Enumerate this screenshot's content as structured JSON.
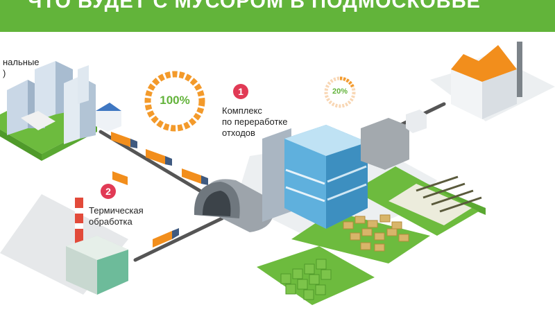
{
  "header": {
    "title": "ЧТО БУДЕТ С МУСОРОМ В ПОДМОСКОВЬЕ"
  },
  "labels": {
    "left_cut_line1": "нальные",
    "left_cut_line2": ")",
    "complex_line1": "Комплекс",
    "complex_line2": "по переработке",
    "complex_line3": "отходов",
    "thermal_line1": "Термическая",
    "thermal_line2": "обработка"
  },
  "badges": {
    "step1": "1",
    "step2": "2"
  },
  "rings": {
    "big": "100%",
    "small": "20%"
  },
  "colors": {
    "green": "#62b43a",
    "orange": "#f39a2b",
    "red_badge": "#e13a55"
  }
}
